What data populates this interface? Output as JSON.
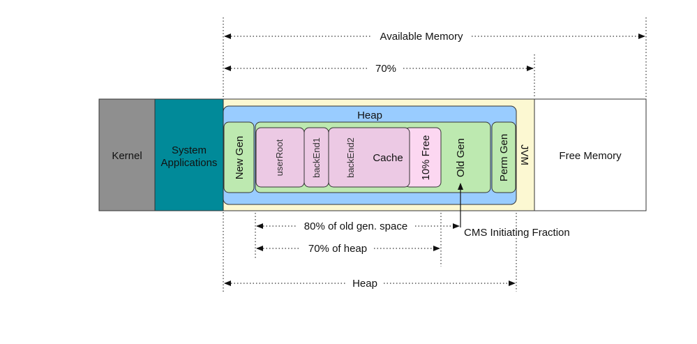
{
  "colors": {
    "kernel": "#8f8f8f",
    "system_applications": "#018a99",
    "jvm": "#fcf8d2",
    "heap": "#99ccff",
    "generation": "#bde9b0",
    "cache": "#ecc9e4",
    "free": "#fcd7f1",
    "free_memory": "#ffffff"
  },
  "memory_bar": {
    "kernel": "Kernel",
    "system_applications_line1": "System",
    "system_applications_line2": "Applications",
    "jvm": "JVM",
    "free_memory": "Free Memory",
    "heap": "Heap",
    "new_gen": "New Gen",
    "old_gen": "Old Gen",
    "perm_gen": "Perm Gen",
    "cache": "Cache",
    "user_root": "userRoot",
    "back_end1": "backEnd1",
    "back_end2": "backEnd2",
    "free_percent": "10% Free"
  },
  "dimensions": {
    "available_memory": "Available Memory",
    "seventy_percent": "70%",
    "old_gen_80": "80% of old gen. space",
    "heap_70": "70% of heap",
    "heap": "Heap",
    "cms_initiating_fraction": "CMS Initiating Fraction"
  }
}
